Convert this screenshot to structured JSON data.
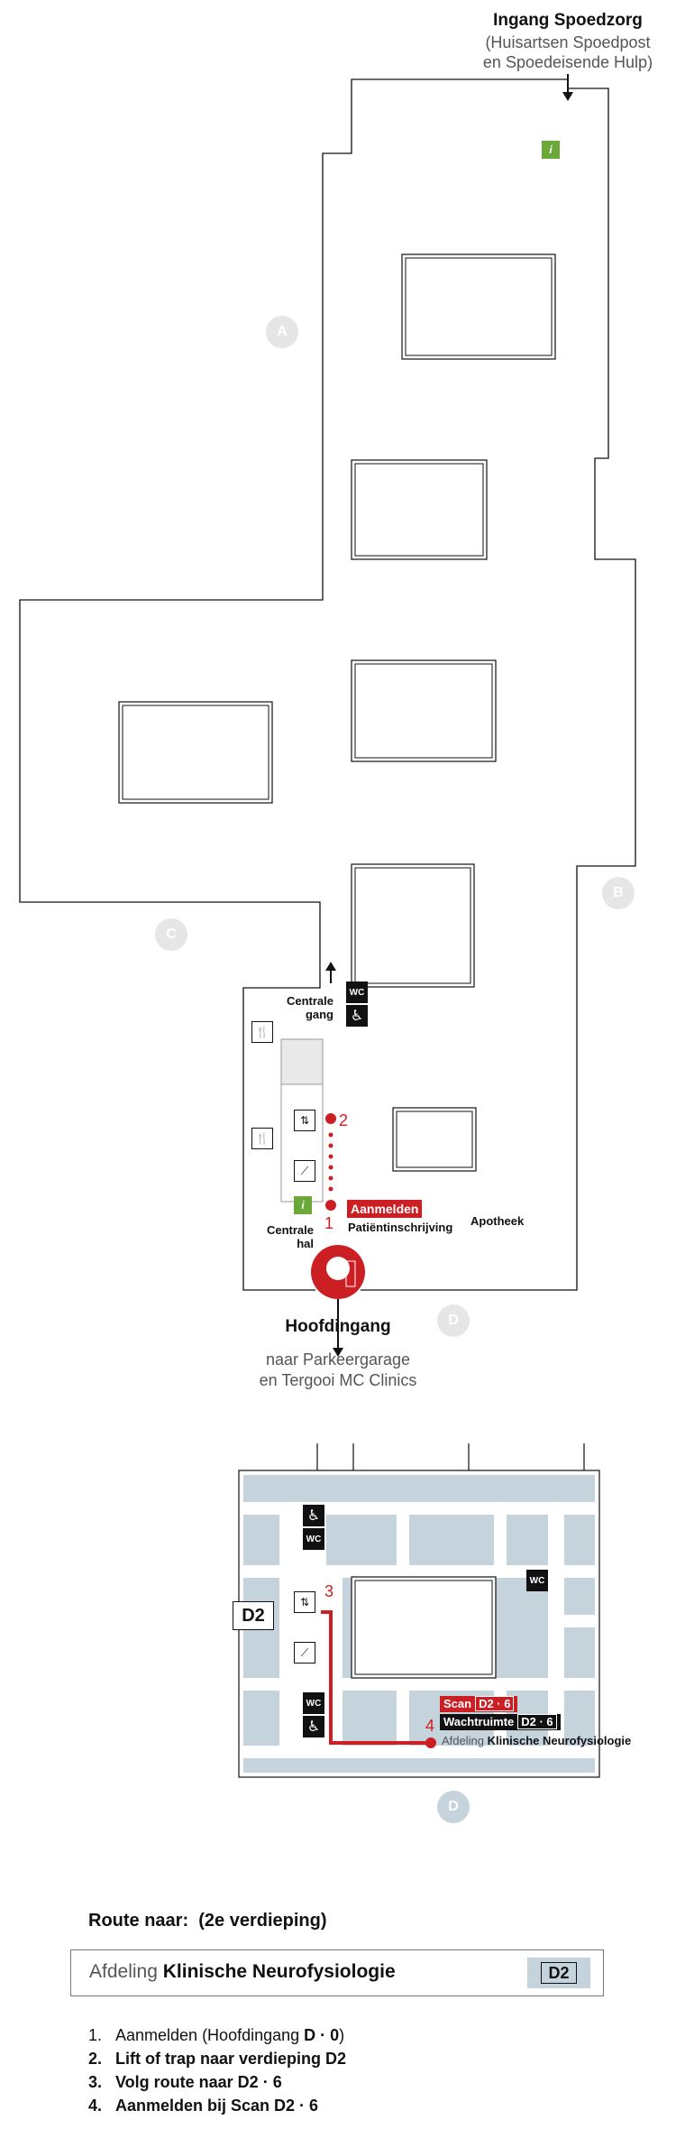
{
  "entrance_top": {
    "title": "Ingang Spoedzorg",
    "sub1": "(Huisartsen Spoedpost",
    "sub2": "en Spoedeisende Hulp)"
  },
  "zones": {
    "a": "A",
    "b": "B",
    "c": "C",
    "d": "D",
    "d2": "D"
  },
  "ground": {
    "centrale_gang_1": "Centrale",
    "centrale_gang_2": "gang",
    "centrale_hal_1": "Centrale",
    "centrale_hal_2": "hal",
    "aanmelden": "Aanmelden",
    "patient": "Patiëntinschrijving",
    "apotheek": "Apotheek",
    "wc": "WC",
    "info": "i",
    "step1": "1",
    "step2": "2"
  },
  "main_entrance": {
    "title": "Hoofdingang",
    "sub1": "naar Parkeergarage",
    "sub2": "en Tergooi MC Clinics"
  },
  "floor2": {
    "label": "D2",
    "wc": "WC",
    "step3": "3",
    "step4": "4",
    "scan": "Scan",
    "scan_code": "D2 · 6",
    "wacht": "Wachtruimte",
    "wacht_code": "D2 · 6",
    "afdeling_prefix": "Afdeling",
    "afdeling_name": "Klinische Neurofysiologie"
  },
  "route": {
    "title": "Route naar:",
    "floor": "(2e verdieping)",
    "dest_prefix": "Afdeling",
    "dest_name": "Klinische Neurofysiologie",
    "dest_code": "D2",
    "steps": [
      {
        "n": "1.",
        "text_a": "Aanmelden (Hoofdingang ",
        "text_b": "D · 0",
        "text_c": ")"
      },
      {
        "n": "2.",
        "text": "Lift of trap naar verdieping D2"
      },
      {
        "n": "3.",
        "text": "Volg route naar D2 · 6"
      },
      {
        "n": "4.",
        "text": "Aanmelden bij Scan D2 · 6"
      }
    ]
  },
  "colors": {
    "route_red": "#cc1f24",
    "info_green": "#6aa83a",
    "floor_blue": "#c5d3dc"
  }
}
